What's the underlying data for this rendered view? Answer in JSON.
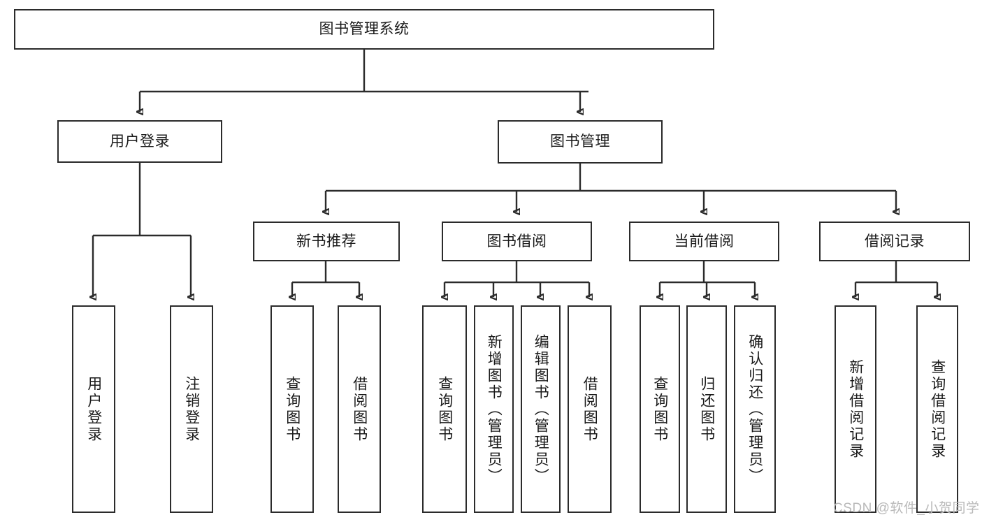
{
  "diagram": {
    "type": "tree-hierarchy-diagram",
    "title": "图书管理系统",
    "root": {
      "label": "图书管理系统",
      "name": "root-node-library-management-system"
    },
    "level2": [
      {
        "label": "用户登录",
        "name": "node-user-login"
      },
      {
        "label": "图书管理",
        "name": "node-book-management"
      }
    ],
    "level3": [
      {
        "label": "新书推荐",
        "name": "node-new-book-recommendation"
      },
      {
        "label": "图书借阅",
        "name": "node-book-borrowing"
      },
      {
        "label": "当前借阅",
        "name": "node-current-borrowing"
      },
      {
        "label": "借阅记录",
        "name": "node-borrowing-records"
      }
    ],
    "leaves": {
      "user_login": [
        {
          "label": "用户登录",
          "name": "leaf-user-login"
        },
        {
          "label": "注销登录",
          "name": "leaf-logout"
        }
      ],
      "new_book_recommendation": [
        {
          "label": "查询图书",
          "name": "leaf-query-books"
        },
        {
          "label": "借阅图书",
          "name": "leaf-borrow-books"
        }
      ],
      "book_borrowing": [
        {
          "label": "查询图书",
          "name": "leaf-query-books"
        },
        {
          "label": "新增图书（管理员）",
          "name": "leaf-add-book-admin"
        },
        {
          "label": "编辑图书（管理员）",
          "name": "leaf-edit-book-admin"
        },
        {
          "label": "借阅图书",
          "name": "leaf-borrow-books"
        }
      ],
      "current_borrowing": [
        {
          "label": "查询图书",
          "name": "leaf-query-books"
        },
        {
          "label": "归还图书",
          "name": "leaf-return-books"
        },
        {
          "label": "确认归还（管理员）",
          "name": "leaf-confirm-return-admin"
        }
      ],
      "borrowing_records": [
        {
          "label": "新增借阅记录",
          "name": "leaf-add-borrow-record"
        },
        {
          "label": "查询借阅记录",
          "name": "leaf-query-borrow-record"
        }
      ]
    }
  },
  "watermark": {
    "text": "CSDN @软件_小贺同学"
  },
  "colors": {
    "stroke": "#2b2b2b",
    "background": "#ffffff",
    "text": "#1a1a1a",
    "watermark": "#b9b9b9"
  }
}
